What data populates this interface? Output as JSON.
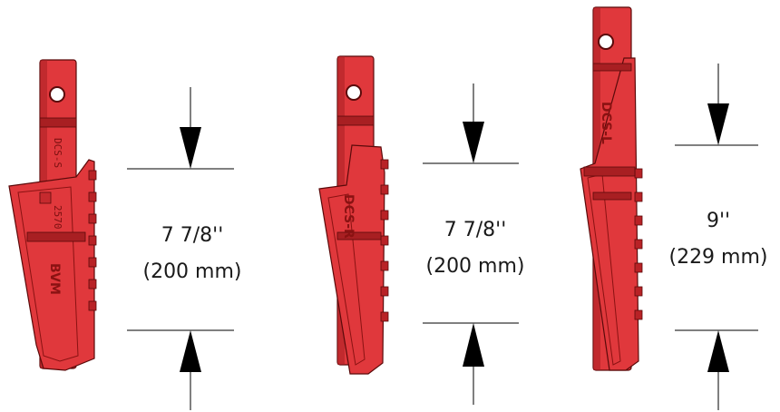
{
  "colors": {
    "part_fill": "#e0383c",
    "part_shadow": "#a81f22",
    "part_highlight": "#f26a6c",
    "outline": "#5a0a0a",
    "dimension_line": "#000000"
  },
  "parts": [
    {
      "id": "dcs-s",
      "engravings": {
        "top": "DCS-S",
        "middle": "2570",
        "bottom": "BVM"
      },
      "dimension": {
        "inches": "7 7/8''",
        "mm": "(200 mm)"
      }
    },
    {
      "id": "dcs-r",
      "engravings": {
        "side": "DCS-R"
      },
      "dimension": {
        "inches": "7 7/8''",
        "mm": "(200 mm)"
      }
    },
    {
      "id": "dcs-l",
      "engravings": {
        "top": "DCS-L"
      },
      "dimension": {
        "inches": "9''",
        "mm": "(229 mm)"
      }
    }
  ]
}
